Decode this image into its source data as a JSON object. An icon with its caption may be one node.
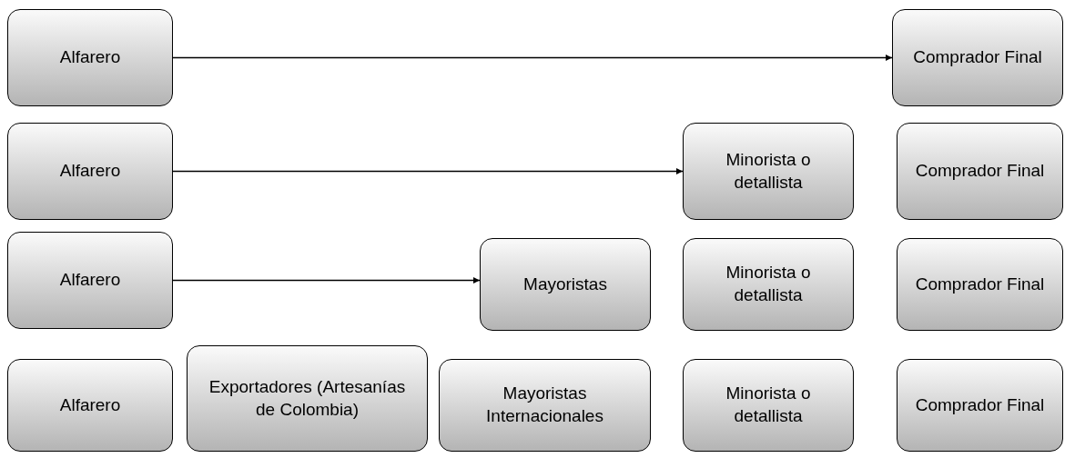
{
  "diagram": {
    "nodes": [
      {
        "text": [
          "Alfarero"
        ]
      },
      {
        "text": [
          "Comprador Final"
        ]
      },
      {
        "text": [
          "Alfarero"
        ]
      },
      {
        "text": [
          "Minorista o detallista"
        ]
      },
      {
        "text": [
          "Comprador Final"
        ]
      },
      {
        "text": [
          "Alfarero"
        ]
      },
      {
        "text": [
          "Mayoristas"
        ]
      },
      {
        "text": [
          "Minorista o detallista"
        ]
      },
      {
        "text": [
          "Comprador Final"
        ]
      },
      {
        "text": [
          "Alfarero"
        ]
      },
      {
        "text": [
          "Exportadores (Artesanías de Colombia)"
        ]
      },
      {
        "text": [
          "Mayoristas Internacionales"
        ]
      },
      {
        "text": [
          "Minorista o detallista"
        ]
      },
      {
        "text": [
          "Comprador Final"
        ]
      }
    ],
    "edges": [
      {
        "from": 0,
        "to": 1,
        "arrow": "to"
      },
      {
        "from": 2,
        "to": 3,
        "arrow": "to"
      },
      {
        "from": 5,
        "to": 6,
        "arrow": "to"
      }
    ]
  }
}
